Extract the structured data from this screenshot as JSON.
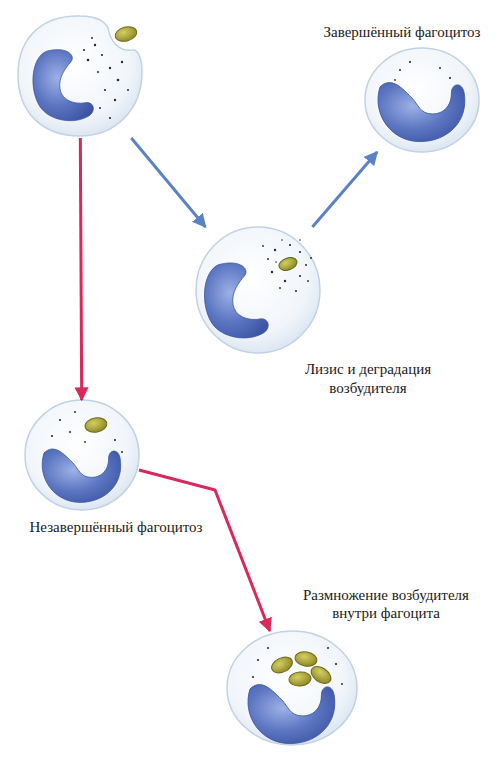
{
  "diagram": {
    "nodes": [
      {
        "text": []
      },
      {
        "text": [
          "Завершённый фагоцитоз"
        ]
      },
      {
        "text": [
          "Лизис и деградация возбудителя"
        ]
      },
      {
        "text": [
          "Незавершённый фагоцитоз"
        ]
      },
      {
        "text": [
          "Размножение возбудителя внутри фагоцита"
        ]
      }
    ],
    "edges": [
      {
        "from": 0,
        "to": 2,
        "arrow": "to"
      },
      {
        "from": 2,
        "to": 1,
        "arrow": "to"
      },
      {
        "from": 0,
        "to": 3,
        "arrow": "to"
      },
      {
        "from": 3,
        "to": 4,
        "arrow": "to"
      }
    ]
  }
}
